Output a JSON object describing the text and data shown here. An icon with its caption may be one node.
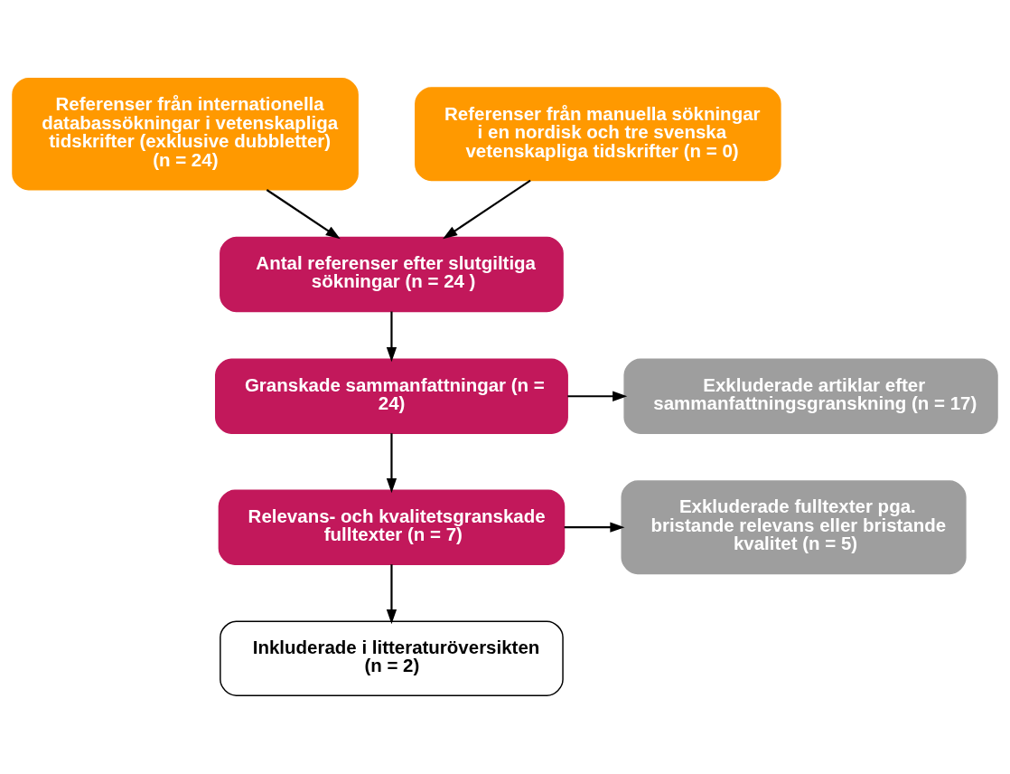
{
  "diagram": {
    "nodes": [
      {
        "text": [
          "Referenser från internationella databassökningar i vetenskapliga tidskrifter (exklusive dubbletter) (n = 24)"
        ]
      },
      {
        "text": [
          "Referenser från manuella sökningar i en nordisk och tre svenska vetenskapliga tidskrifter (n = 0)"
        ]
      },
      {
        "text": [
          "Antal referenser efter slutgiltiga sökningar (n = 24 )"
        ]
      },
      {
        "text": [
          "Granskade sammanfattningar (n = 24)"
        ]
      },
      {
        "text": [
          "Exkluderade artiklar efter sammanfattningsgranskning (n = 17)"
        ]
      },
      {
        "text": [
          "Relevans- och kvalitetsgranskade fulltexter (n = 7)"
        ]
      },
      {
        "text": [
          "Exkluderade fulltexter pga. bristande relevans eller bristande kvalitet (n = 5)"
        ]
      },
      {
        "text": [
          "Inkluderade i litteraturöversikten (n = 2)"
        ]
      }
    ],
    "edges": [
      {
        "from": 0,
        "to": 2,
        "arrow": "to"
      },
      {
        "from": 1,
        "to": 2,
        "arrow": "to"
      },
      {
        "from": 2,
        "to": 3,
        "arrow": "to"
      },
      {
        "from": 3,
        "to": 4,
        "arrow": "to"
      },
      {
        "from": 3,
        "to": 5,
        "arrow": "to"
      },
      {
        "from": 5,
        "to": 6,
        "arrow": "to"
      },
      {
        "from": 5,
        "to": 7,
        "arrow": "to"
      }
    ]
  }
}
